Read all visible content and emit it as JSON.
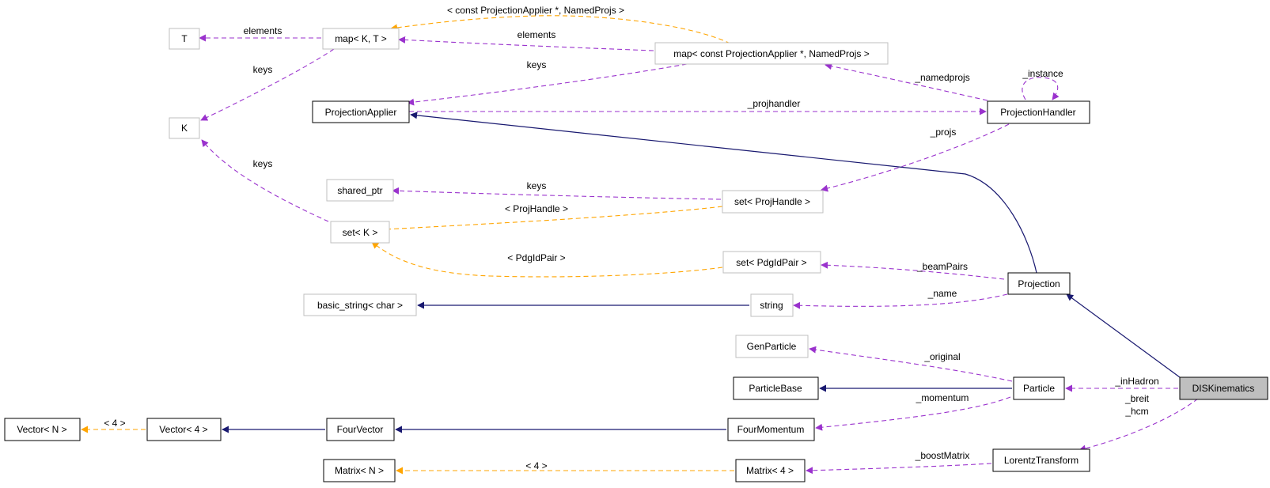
{
  "diagram": {
    "colors": {
      "inheritance": "#191970",
      "member": "#9a32cd",
      "template": "#ffa500",
      "focus_fill": "#bfbfbf",
      "external_border": "#bfbfbf",
      "documented_border": "#000000"
    },
    "nodes": {
      "T": "T",
      "map_k_t": "map< K, T >",
      "map_named": "map< const ProjectionApplier *, NamedProjs >",
      "K": "K",
      "projection_applier": "ProjectionApplier",
      "projection_handler": "ProjectionHandler",
      "shared_ptr": "shared_ptr",
      "set_projhandle": "set< ProjHandle >",
      "set_k": "set< K >",
      "set_pdgidpair": "set< PdgIdPair >",
      "projection": "Projection",
      "basic_string": "basic_string< char >",
      "string": "string",
      "gen_particle": "GenParticle",
      "particle_base": "ParticleBase",
      "particle": "Particle",
      "dis_kinematics": "DISKinematics",
      "vector_n": "Vector< N >",
      "vector_4": "Vector< 4 >",
      "four_vector": "FourVector",
      "four_momentum": "FourMomentum",
      "matrix_n": "Matrix< N >",
      "matrix_4": "Matrix< 4 >",
      "lorentz_transform": "LorentzTransform"
    },
    "edge_labels": {
      "const_projection_applier": "< const ProjectionApplier *, NamedProjs >",
      "elements_to_t": "elements",
      "elements_to_map": "elements",
      "keys_map_to_k": "keys",
      "keys_named_to_applier": "keys",
      "namedprojs": "_namedprojs",
      "instance": "_instance",
      "projhandler": "_projhandler",
      "projs": "_projs",
      "keys_setk_to_k": "keys",
      "keys_shared_ptr": "keys",
      "projhandle_template": "< ProjHandle >",
      "pdgidpair_template": "< PdgIdPair >",
      "beampairs": "_beamPairs",
      "name": "_name",
      "original": "_original",
      "inhadron": "_inHadron",
      "momentum": "_momentum",
      "breit": "_breit",
      "hcm": "_hcm",
      "vector_template": "< 4 >",
      "matrix_template": "< 4 >",
      "boostmatrix": "_boostMatrix"
    }
  }
}
